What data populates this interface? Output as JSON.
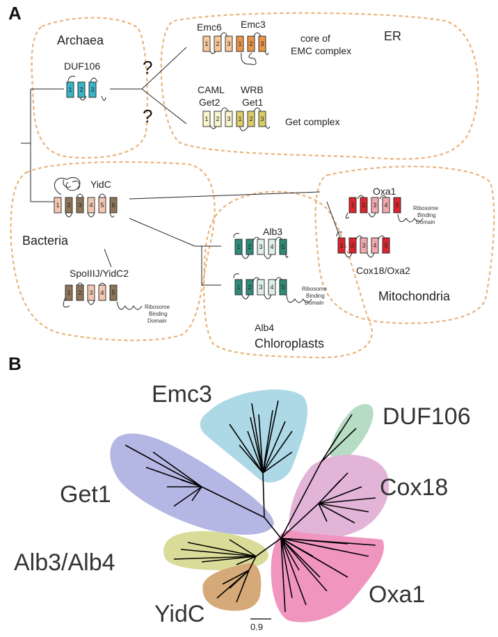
{
  "panels": {
    "a": "A",
    "b": "B"
  },
  "regions": {
    "archaea": "Archaea",
    "er": "ER",
    "bacteria": "Bacteria",
    "mitochondria": "Mitochondria",
    "chloroplasts": "Chloroplasts"
  },
  "question_mark": "?",
  "proteins": {
    "duf106": {
      "name": "DUF106",
      "helices": [
        "1",
        "2",
        "3"
      ],
      "color": "#3bb3c7"
    },
    "emc6": {
      "name": "Emc6",
      "helices": [
        "1",
        "2",
        "3"
      ],
      "color": "#f6c89a"
    },
    "emc3": {
      "name": "Emc3",
      "helices": [
        "1",
        "2",
        "3"
      ],
      "color": "#e9944a"
    },
    "caml": {
      "name_line1": "CAML",
      "name_line2": "Get2",
      "helices": [
        "1",
        "2",
        "3"
      ],
      "color": "#f8f4cc"
    },
    "wrb": {
      "name_line1": "WRB",
      "name_line2": "Get1",
      "helices": [
        "1",
        "2",
        "3"
      ],
      "color": "#d9cc6a"
    },
    "yidc": {
      "name": "YidC",
      "helices": [
        "1",
        "2",
        "3",
        "4",
        "5",
        "6"
      ],
      "colors": [
        "#f3c7b0",
        "#8f7558",
        "#8f7558",
        "#f3c7b0",
        "#f3c7b0",
        "#8f7558"
      ]
    },
    "spoiiij": {
      "name": "SpoIIIJ/YidC2",
      "helices": [
        "1",
        "2",
        "3",
        "4",
        "5"
      ],
      "colors": [
        "#8f7558",
        "#8f7558",
        "#f3c7b0",
        "#f3c7b0",
        "#8f7558"
      ]
    },
    "oxa1": {
      "name": "Oxa1",
      "helices": [
        "1",
        "2",
        "3",
        "4",
        "5"
      ],
      "colors": [
        "#d9262e",
        "#d9262e",
        "#f1a9ae",
        "#f1a9ae",
        "#d9262e"
      ]
    },
    "cox18": {
      "name": "Cox18/Oxa2",
      "helices": [
        "1",
        "2",
        "3",
        "4",
        "5"
      ],
      "colors": [
        "#d9262e",
        "#d9262e",
        "#f1a9ae",
        "#f1a9ae",
        "#d9262e"
      ]
    },
    "alb3": {
      "name": "Alb3",
      "helices": [
        "1",
        "2",
        "3",
        "4",
        "5"
      ],
      "colors": [
        "#2e8b7a",
        "#2e8b7a",
        "#dff0e8",
        "#dff0e8",
        "#2e8b7a"
      ]
    },
    "alb4": {
      "name": "Alb4",
      "helices": [
        "1",
        "2",
        "3",
        "4",
        "5"
      ],
      "colors": [
        "#2e8b7a",
        "#2e8b7a",
        "#dff0e8",
        "#dff0e8",
        "#2e8b7a"
      ]
    }
  },
  "complex_labels": {
    "emc_line1": "core of",
    "emc_line2": "EMC complex",
    "get": "Get complex"
  },
  "ribosome_domain": {
    "line1": "Ribosome",
    "line2": "Binding",
    "line3": "Domain"
  },
  "tree_clades": {
    "emc3": {
      "label": "Emc3",
      "color": "#add8e6"
    },
    "duf106": {
      "label": "DUF106",
      "color": "#b7dcc4"
    },
    "get1": {
      "label": "Get1",
      "color": "#b4b6e4"
    },
    "cox18": {
      "label": "Cox18",
      "color": "#e2b4d8"
    },
    "alb": {
      "label": "Alb3/Alb4",
      "color": "#d9dc98"
    },
    "yidc": {
      "label": "YidC",
      "color": "#d6aa78"
    },
    "oxa1": {
      "label": "Oxa1",
      "color": "#f095bf"
    }
  },
  "scale_bar": "0.9"
}
